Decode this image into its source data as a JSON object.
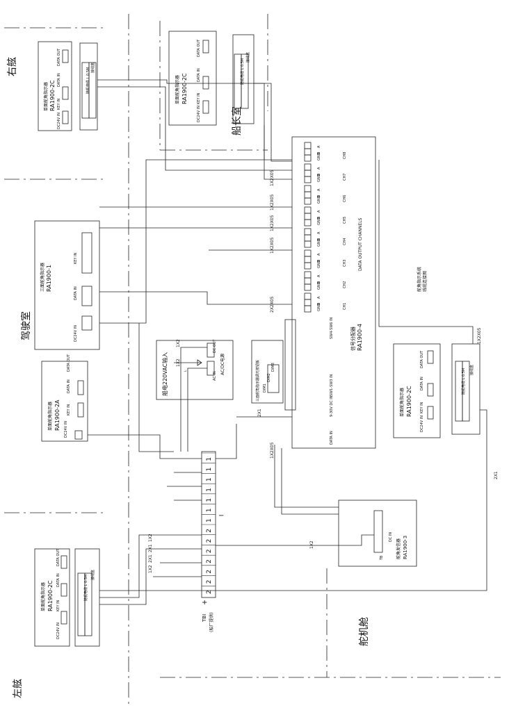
{
  "zones": {
    "starboard": "右舷",
    "captain_room": "船长室",
    "bridge": "驾驶室",
    "engine_room": "舵机舱",
    "port": "左舷"
  },
  "indicator_single": {
    "title": "单面舵角指示器",
    "model_2c": "RA1900-2C",
    "model_2a": "RA1900-2A",
    "dc_in": "DC24V IN",
    "key_in": "KEY IN",
    "data_in": "DATA IN",
    "data_out": "DATA OUT"
  },
  "junction_box": {
    "title": "接线盒",
    "cable": "随机电缆  L 0.5M"
  },
  "indicator_three": {
    "title": "三面舵角指示器",
    "model": "RA1900-1",
    "dc_in": "DC24V IN",
    "data_in": "DATA IN",
    "key_in": "KEY IN"
  },
  "distributor": {
    "title": "信号分配器",
    "model": "RA1900-4",
    "channels_label": "DATA OUTPUT CHANNELS",
    "channels": [
      "CH1",
      "CH2",
      "CH3",
      "CH4",
      "CH5",
      "CH6",
      "CH7",
      "CH8"
    ],
    "pins": [
      "A",
      "B",
      "GND"
    ],
    "data_in": "DATA IN",
    "dc_in": "9-30V DC IN",
    "sw1": "SW1-SW3 IN",
    "sw4": "SW4-SW6 IN"
  },
  "dimmer": {
    "title": "三面舵角指示器调光按钮板",
    "items": [
      "DIM1",
      "DIM2",
      "DIM3"
    ]
  },
  "power": {
    "title": "AC/DC电源",
    "ship_power": "船电220VAC输入",
    "ac_in": "AC IN",
    "dc_out": "DC OUT"
  },
  "transmitter": {
    "title": "舵角发信器",
    "model": "RA1900-3",
    "dc_in": "DC IN",
    "tb": "TB"
  },
  "terminal_block": {
    "title": "TBI",
    "subtitle": "(船厂提供)",
    "plus": "+",
    "minus": "−",
    "cells": [
      "1",
      "1",
      "1",
      "1",
      "1",
      "1",
      "1",
      "2",
      "2",
      "2",
      "2",
      "2",
      "2",
      "2"
    ]
  },
  "legend": {
    "title": "舵角指示系统",
    "subtitle": "线缆连接图"
  },
  "cables": {
    "c1x2x05": "1X2X05",
    "c2x2x05": "2X2X05",
    "c1x2": "1X2",
    "c2x1": "2X1"
  }
}
